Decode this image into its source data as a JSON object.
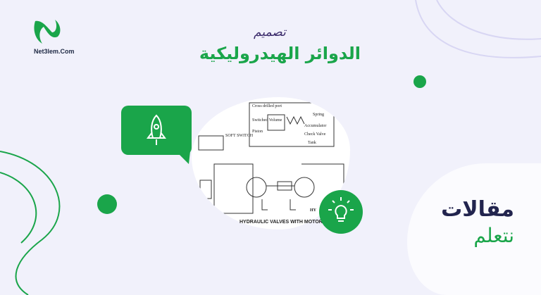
{
  "brand": {
    "logo_text": "Net3lem.Com"
  },
  "header": {
    "title_small": "تصميم",
    "title_main": "الدوائر الهيدروليكية"
  },
  "side": {
    "line1": "مقالات",
    "line2": "نتعلم"
  },
  "diagram": {
    "caption": "HYDRAULIC VALVES WITH MOTOR",
    "labels": [
      "Cross drilled port",
      "Switched Volume",
      "Piston",
      "Spring",
      "Accumulator",
      "Check Valve",
      "Tank",
      "SOFT SWITCH",
      "HY"
    ]
  },
  "colors": {
    "accent": "#1aa54a",
    "navy": "#22244e",
    "background": "#f1f1fb"
  }
}
